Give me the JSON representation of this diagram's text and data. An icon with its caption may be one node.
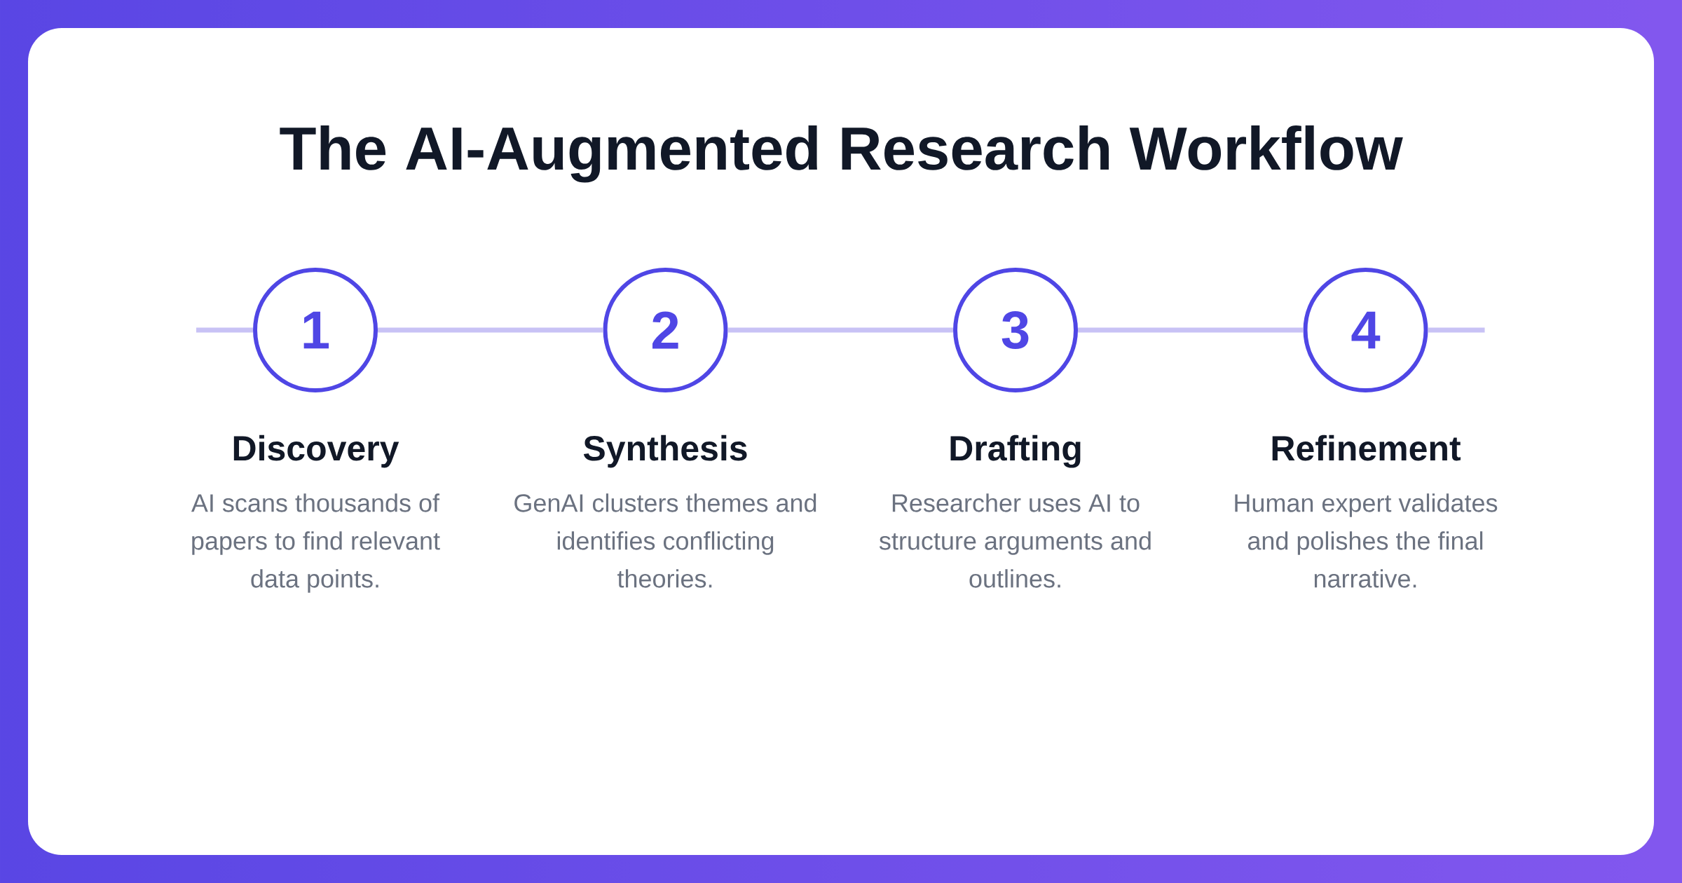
{
  "diagram": {
    "title": "The AI-Augmented Research Workflow",
    "nodes": [
      {
        "text": [
          "1"
        ],
        "beside": [
          "Discovery",
          "AI scans thousands of papers to find relevant data points."
        ]
      },
      {
        "text": [
          "2"
        ],
        "beside": [
          "Synthesis",
          "GenAI clusters themes and identifies conflicting theories."
        ]
      },
      {
        "text": [
          "3"
        ],
        "beside": [
          "Drafting",
          "Researcher uses AI to structure arguments and outlines."
        ]
      },
      {
        "text": [
          "4"
        ],
        "beside": [
          "Refinement",
          "Human expert validates and polishes the final narrative."
        ]
      }
    ],
    "edges": [
      {
        "from": null,
        "to": 0,
        "arrow": "none"
      },
      {
        "from": 0,
        "to": 1,
        "arrow": "none"
      },
      {
        "from": 1,
        "to": 2,
        "arrow": "none"
      },
      {
        "from": 2,
        "to": 3,
        "arrow": "none"
      },
      {
        "from": 3,
        "to": null,
        "arrow": "none"
      }
    ]
  }
}
